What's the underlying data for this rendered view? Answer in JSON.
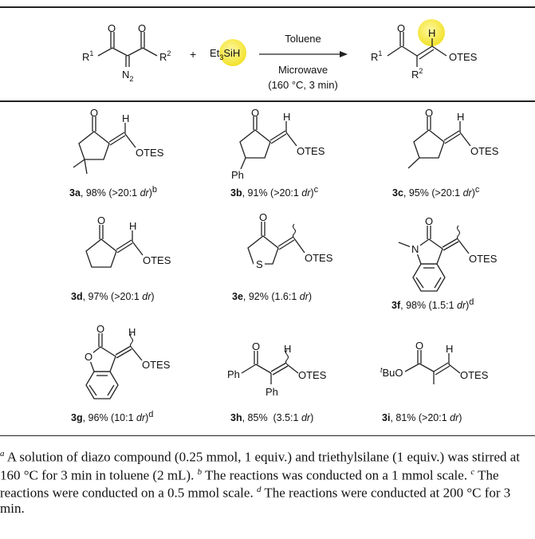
{
  "header": {
    "reagent1": {
      "r1": "R",
      "r1sup": "1",
      "r2": "R",
      "r2sup": "2",
      "n2": "N",
      "n2sub": "2",
      "o": "O"
    },
    "plus": "+",
    "reagent2": {
      "et": "Et",
      "etsub": "3",
      "sih": "SiH"
    },
    "conditions": {
      "solvent": "Toluene",
      "method": "Microwave",
      "temp": "(160 °C, 3 min)"
    },
    "product": {
      "h": "H",
      "otes": "OTES"
    }
  },
  "compounds": [
    {
      "id": "3a",
      "yield": ", 98% (>20:1 ",
      "dr": "dr",
      "close": ")",
      "note": "b"
    },
    {
      "id": "3b",
      "yield": ", 91% (>20:1 ",
      "dr": "dr",
      "close": ")",
      "note": "c"
    },
    {
      "id": "3c",
      "yield": ", 95% (>20:1 ",
      "dr": "dr",
      "close": ")",
      "note": "c"
    },
    {
      "id": "3d",
      "yield": ", 97% (>20:1 ",
      "dr": "dr",
      "close": ")",
      "note": ""
    },
    {
      "id": "3e",
      "yield": ", 92% (1.6:1 ",
      "dr": "dr",
      "close": ")",
      "note": ""
    },
    {
      "id": "3f",
      "yield": ", 98% (1.5:1 ",
      "dr": "dr",
      "close": ")",
      "note": "d"
    },
    {
      "id": "3g",
      "yield": ", 96% (10:1 ",
      "dr": "dr",
      "close": ")",
      "note": "d"
    },
    {
      "id": "3h",
      "yield": ", 85%  (3.5:1 ",
      "dr": "dr",
      "close": ")",
      "note": ""
    },
    {
      "id": "3i",
      "yield": ", 81% (>20:1 ",
      "dr": "dr",
      "close": ")",
      "note": ""
    }
  ],
  "atoms": {
    "o": "O",
    "h": "H",
    "otes": "OTES",
    "ph": "Ph",
    "s": "S",
    "n": "N",
    "tbu": "BuO",
    "t": "t"
  },
  "footnotes": {
    "a": {
      "mark": "a",
      "text": " A solution of diazo compound (0.25 mmol, 1 equiv.) and triethylsilane (1 equiv.) was stirred at 160 °C for 3 min in toluene (2 mL). "
    },
    "b": {
      "mark": "b",
      "text": " The reactions was conducted on a 1 mmol scale. "
    },
    "c": {
      "mark": "c",
      "text": " The reactions were conducted on a 0.5 mmol scale. "
    },
    "d": {
      "mark": "d",
      "text": " The reactions were conducted at 200 °C for 3 min."
    }
  },
  "colors": {
    "highlight": "#f5e83a",
    "ink": "#222222"
  }
}
